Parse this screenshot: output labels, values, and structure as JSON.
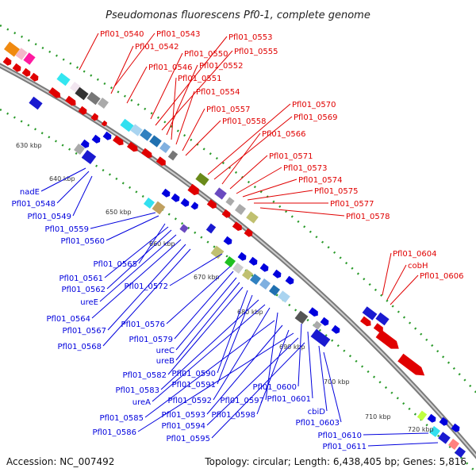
{
  "title": "Pseudomonas fluorescens Pf0-1, complete genome",
  "accession": "Accession: NC_007492",
  "topology": "Topology: circular; Length: 6,438,405 bp; Genes: 5,816",
  "colors": {
    "forward": "#e00000",
    "reverse": "#0000dd",
    "backbone": "#888888",
    "tick": "#1a8a1a"
  },
  "kbp_ticks": [
    "630 kbp",
    "640 kbp",
    "650 kbp",
    "660 kbp",
    "670 kbp",
    "680 kbp",
    "690 kbp",
    "700 kbp",
    "710 kbp",
    "720 kbp"
  ],
  "forward_labels": [
    "Pfl01_0540",
    "Pfl01_0543",
    "Pfl01_0542",
    "Pfl01_0546",
    "Pfl01_0550",
    "Pfl01_0553",
    "Pfl01_0555",
    "Pfl01_0552",
    "Pfl01_0551",
    "Pfl01_0554",
    "Pfl01_0557",
    "Pfl01_0558",
    "Pfl01_0570",
    "Pfl01_0569",
    "Pfl01_0566",
    "Pfl01_0571",
    "Pfl01_0573",
    "Pfl01_0574",
    "Pfl01_0575",
    "Pfl01_0577",
    "Pfl01_0578",
    "Pfl01_0604",
    "cobH",
    "Pfl01_0606"
  ],
  "reverse_labels": [
    "nadE",
    "Pfl01_0548",
    "Pfl01_0549",
    "Pfl01_0559",
    "Pfl01_0560",
    "Pfl01_0565",
    "Pfl01_0561",
    "Pfl01_0562",
    "ureE",
    "Pfl01_0572",
    "Pfl01_0564",
    "Pfl01_0567",
    "Pfl01_0568",
    "Pfl01_0576",
    "Pfl01_0579",
    "ureC",
    "ureB",
    "Pfl01_0582",
    "Pfl01_0590",
    "Pfl01_0591",
    "Pfl01_0583",
    "ureA",
    "Pfl01_0592",
    "Pfl01_0597",
    "Pfl01_0600",
    "Pfl01_0601",
    "Pfl01_0585",
    "Pfl01_0593",
    "Pfl01_0598",
    "cbiD",
    "Pfl01_0586",
    "Pfl01_0594",
    "Pfl01_0603",
    "Pfl01_0595",
    "Pfl01_0610",
    "Pfl01_0611"
  ]
}
